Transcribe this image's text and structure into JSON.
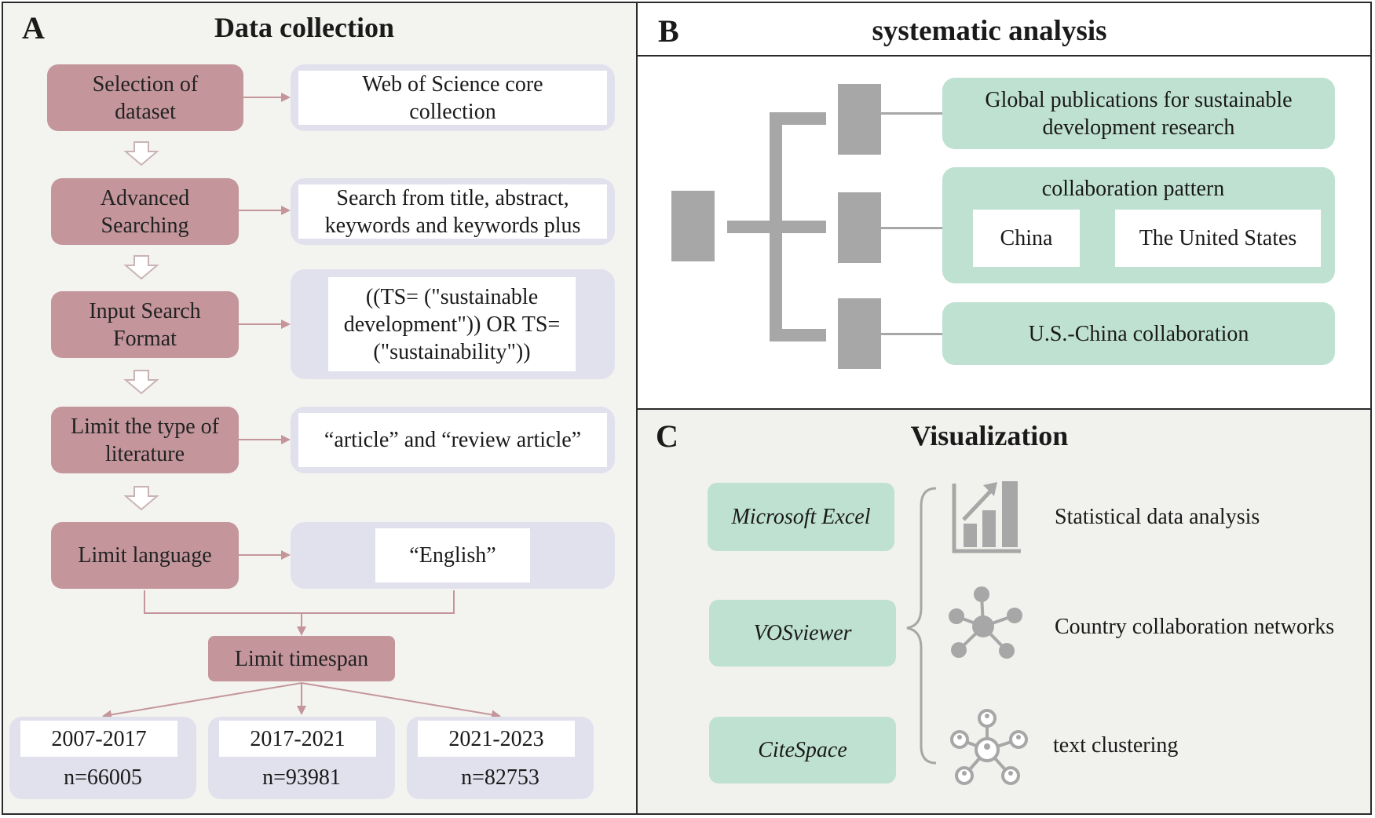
{
  "panel_a": {
    "letter": "A",
    "title": "Data collection",
    "steps": [
      {
        "label": "Selection of dataset",
        "detail": "Web of Science core collection"
      },
      {
        "label": "Advanced Searching",
        "detail": "Search from title, abstract, keywords and keywords plus"
      },
      {
        "label": "Input Search Format",
        "detail": "((TS= (\"sustainable development\")) OR TS=(\"sustainability\"))"
      },
      {
        "label": "Limit the type of literature",
        "detail": "“article” and “review article”"
      },
      {
        "label": "Limit language",
        "detail": "“English”"
      }
    ],
    "timespan_label": "Limit timespan",
    "periods": [
      {
        "range": "2007-2017",
        "count": "n=66005"
      },
      {
        "range": "2017-2021",
        "count": "n=93981"
      },
      {
        "range": "2021-2023",
        "count": "n=82753"
      }
    ]
  },
  "panel_b": {
    "letter": "B",
    "title": "systematic analysis",
    "global": "Global publications for sustainable development research",
    "pattern_title": "collaboration pattern",
    "country_1": "China",
    "country_2": "The United States",
    "uschina": "U.S.-China collaboration"
  },
  "panel_c": {
    "letter": "C",
    "title": "Visualization",
    "tools": [
      "Microsoft Excel",
      "VOSviewer",
      "CiteSpace"
    ],
    "outputs": [
      "Statistical data analysis",
      "Country collaboration networks",
      "text clustering"
    ],
    "icons": [
      "bar-chart-icon",
      "network-icon",
      "cluster-icon"
    ]
  },
  "colors": {
    "step_fill": "#c4969b",
    "detail_outer": "#e1e1ee",
    "green_fill": "#bfe1d2",
    "gray_bar": "#a7a7a7",
    "panel_a_bg": "#f3f3ef",
    "panel_c_bg": "#f1f1ee",
    "arrow_line": "#c4969b"
  }
}
